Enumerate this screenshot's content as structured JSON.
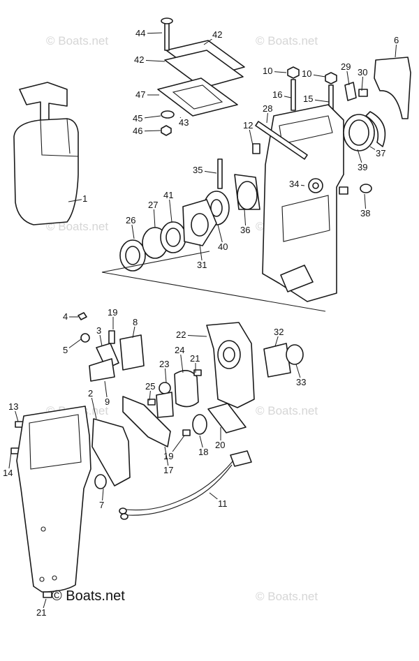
{
  "watermark": "© Boats.net",
  "copyright": "© Boats.net",
  "callouts": [
    "44",
    "42",
    "42",
    "47",
    "45",
    "46",
    "43",
    "10",
    "10",
    "16",
    "15",
    "29",
    "30",
    "6",
    "28",
    "12",
    "37",
    "39",
    "35",
    "34",
    "38",
    "1",
    "27",
    "41",
    "26",
    "36",
    "40",
    "31",
    "19",
    "8",
    "4",
    "3",
    "5",
    "22",
    "32",
    "9",
    "24",
    "21",
    "23",
    "33",
    "25",
    "13",
    "2",
    "14",
    "19",
    "18",
    "20",
    "17",
    "7",
    "11",
    "21"
  ]
}
